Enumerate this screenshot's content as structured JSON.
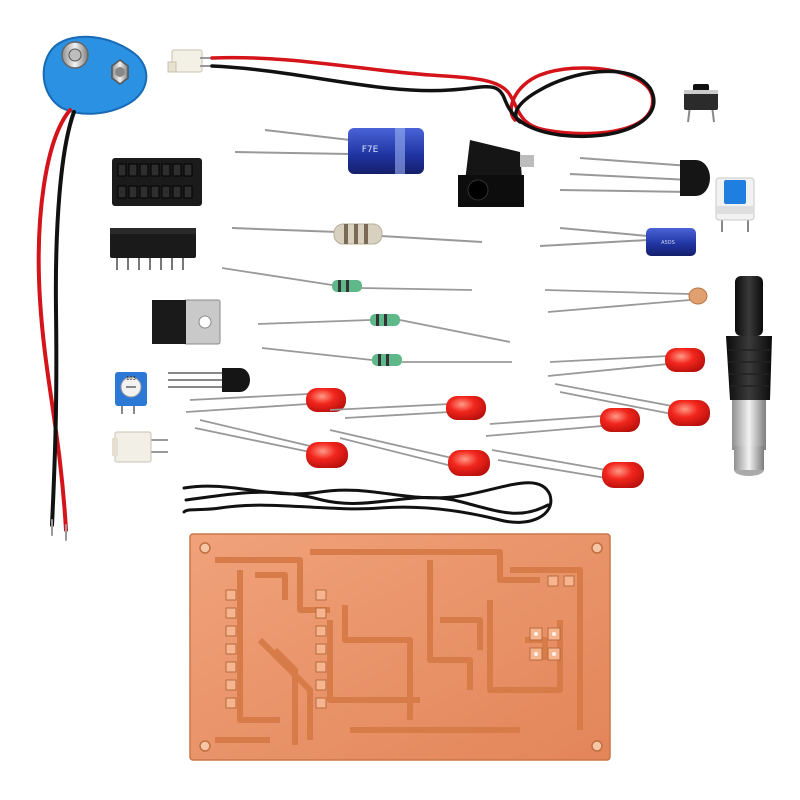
{
  "labels": {
    "electrolytic_capacitor_large": "F7E",
    "electrolytic_capacitor_small": "A5DS",
    "trimmer_value": "103"
  },
  "colors": {
    "background": "#ffffff",
    "pcb_copper": "#e98c5c",
    "pcb_trace": "#d27a49",
    "led_red": "#f21e1a",
    "wire_red": "#d4141a",
    "wire_black": "#111111",
    "battery_clip": "#2a8fe0",
    "capacitor_blue": "#2238a8"
  }
}
